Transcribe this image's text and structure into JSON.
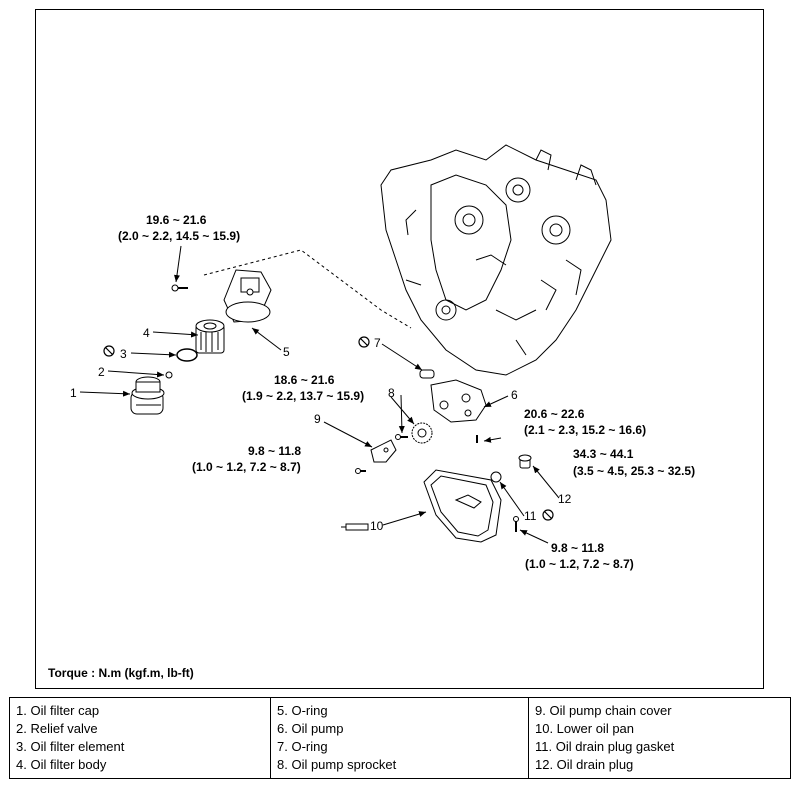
{
  "callouts": {
    "n1": "1",
    "n2": "2",
    "n3": "3",
    "n4": "4",
    "n5": "5",
    "n6": "6",
    "n7": "7",
    "n8": "8",
    "n9": "9",
    "n10": "10",
    "n11": "11",
    "n12": "12"
  },
  "torques": {
    "t_filter_body_a": "19.6 ~ 21.6",
    "t_filter_body_b": "(2.0 ~ 2.2, 14.5 ~ 15.9)",
    "t_pump_a": "18.6 ~ 21.6",
    "t_pump_b": "(1.9 ~ 2.2, 13.7 ~ 15.9)",
    "t_cover_a": "9.8 ~ 11.8",
    "t_cover_b": "(1.0 ~ 1.2, 7.2 ~ 8.7)",
    "t_pump_bolt_a": "20.6 ~ 22.6",
    "t_pump_bolt_b": "(2.1 ~ 2.3, 15.2 ~ 16.6)",
    "t_plug_a": "34.3 ~ 44.1",
    "t_plug_b": "(3.5 ~ 4.5, 25.3 ~ 32.5)",
    "t_pan_a": "9.8 ~ 11.8",
    "t_pan_b": "(1.0 ~ 1.2, 7.2 ~ 8.7)"
  },
  "torque_note": "Torque : N.m (kgf.m, lb-ft)",
  "legend": {
    "col1": [
      "1. Oil filter cap",
      "2. Relief valve",
      "3. Oil filter element",
      "4. Oil filter body"
    ],
    "col2": [
      "5. O-ring",
      "6. Oil pump",
      "7. O-ring",
      "8. Oil pump sprocket"
    ],
    "col3": [
      "9. Oil pump chain cover",
      "10. Lower oil pan",
      "11. Oil drain plug gasket",
      "12. Oil drain plug"
    ]
  }
}
